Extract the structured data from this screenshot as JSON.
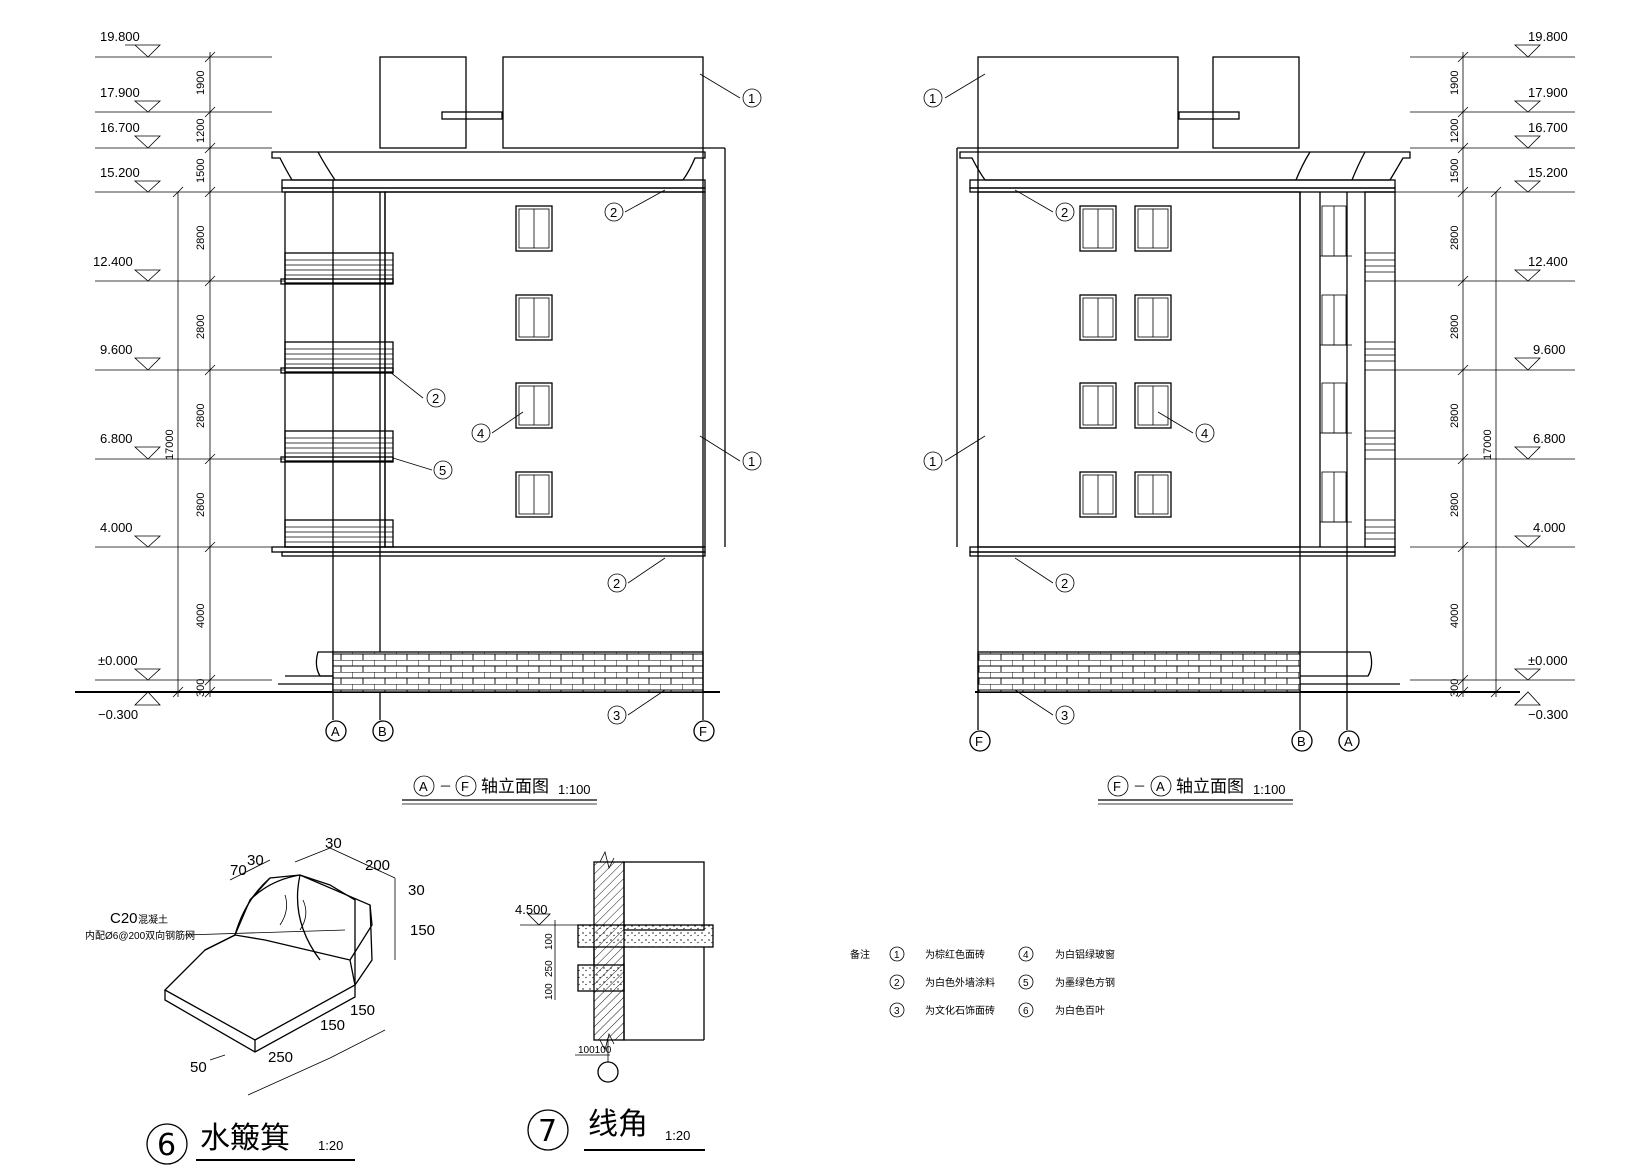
{
  "elevation_left": {
    "levels": [
      "19.800",
      "17.900",
      "16.700",
      "15.200",
      "12.400",
      "9.600",
      "6.800",
      "4.000",
      "±0.000",
      "−0.300"
    ],
    "dims": [
      "1900",
      "1200",
      "1500",
      "2800",
      "2800",
      "2800",
      "2800",
      "4000",
      "300"
    ],
    "total_dim": "17000",
    "axes": [
      "A",
      "B",
      "F"
    ],
    "callouts": [
      "1",
      "2",
      "2",
      "4",
      "5",
      "1",
      "2",
      "3"
    ],
    "title_axis_from": "A",
    "title_dash": "－",
    "title_axis_to": "F",
    "title_text": "轴立面图",
    "title_scale": "1:100"
  },
  "elevation_right": {
    "levels": [
      "19.800",
      "17.900",
      "16.700",
      "15.200",
      "12.400",
      "9.600",
      "6.800",
      "4.000",
      "±0.000",
      "−0.300"
    ],
    "dims": [
      "1900",
      "1200",
      "1500",
      "2800",
      "2800",
      "2800",
      "2800",
      "4000",
      "300"
    ],
    "total_dim": "17000",
    "axes": [
      "F",
      "B",
      "A"
    ],
    "callouts": [
      "1",
      "2",
      "1",
      "4",
      "2",
      "3"
    ],
    "title_axis_from": "F",
    "title_dash": "－",
    "title_axis_to": "A",
    "title_text": "轴立面图",
    "title_scale": "1:100"
  },
  "detail_6": {
    "number": "6",
    "title": "水簸箕",
    "scale": "1:20",
    "material_main": "C20",
    "material_main_suffix": "混凝土",
    "material_sub": "内配Ø6@200双向钢筋网",
    "dims": [
      "30",
      "70",
      "30",
      "200",
      "30",
      "150",
      "150",
      "150",
      "250",
      "50"
    ]
  },
  "detail_7": {
    "number": "7",
    "title": "线角",
    "scale": "1:20",
    "level": "4.500",
    "dims": [
      "100",
      "250",
      "100"
    ],
    "bottom_dims": "100100"
  },
  "notes": {
    "label": "备注",
    "items": [
      {
        "mark": "1",
        "text": "为棕红色面砖"
      },
      {
        "mark": "2",
        "text": "为白色外墙涂料"
      },
      {
        "mark": "3",
        "text": "为文化石饰面砖"
      },
      {
        "mark": "4",
        "text": "为白铝绿玻窗"
      },
      {
        "mark": "5",
        "text": "为墨绿色方钢"
      },
      {
        "mark": "6",
        "text": "为白色百叶"
      }
    ]
  },
  "colors": {
    "line": "#000000",
    "background": "#ffffff"
  }
}
